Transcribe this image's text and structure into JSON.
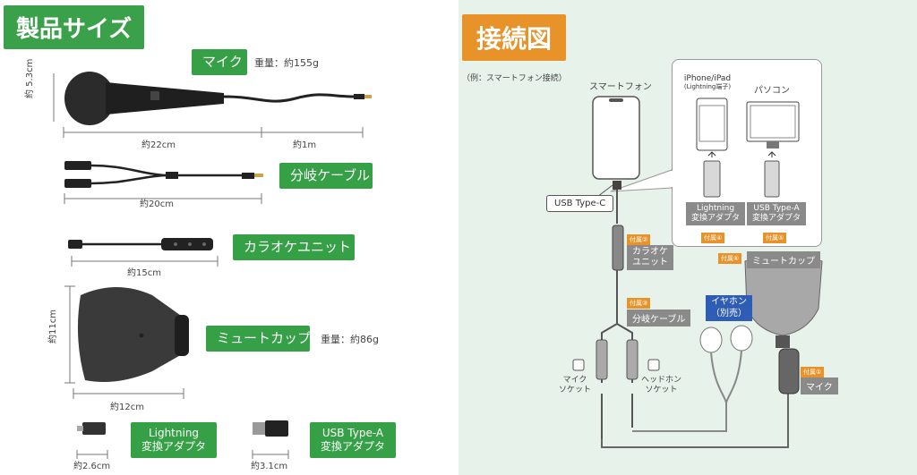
{
  "left": {
    "title": "製品サイズ",
    "mic": {
      "label": "マイク",
      "weight": "重量：約155g",
      "height": "約 5.3cm",
      "len1": "約22cm",
      "len2": "約1m"
    },
    "splitter": {
      "label": "分岐ケーブル",
      "len": "約20cm"
    },
    "karaoke": {
      "label": "カラオケユニット",
      "len": "約15cm"
    },
    "mute": {
      "label": "ミュートカップ",
      "weight": "重量：約86g",
      "height": "約11cm",
      "len": "約12cm"
    },
    "lightning": {
      "label_line1": "Lightning",
      "label_line2": "変換アダプタ",
      "len": "約2.6cm"
    },
    "usba": {
      "label_line1": "USB Type-A",
      "label_line2": "変換アダプタ",
      "len": "約3.1cm"
    }
  },
  "right": {
    "title": "接続図",
    "example": "（例：スマートフォン接続）",
    "smartphone": "スマートフォン",
    "usbc": "USB Type-C",
    "iphone_line1": "iPhone/iPad",
    "iphone_line2": "(Lightning端子)",
    "pc": "パソコン",
    "lightning_line1": "Lightning",
    "lightning_line2": "変換アダプタ",
    "usba_line1": "USB Type-A",
    "usba_line2": "変換アダプタ",
    "fuzoku4": "付属④",
    "fuzoku5": "付属⑤",
    "fuzoku2": "付属②",
    "karaoke_line1": "カラオケ",
    "karaoke_line2": "ユニット",
    "fuzoku6": "付属⑥",
    "mutecup": "ミュートカップ",
    "fuzoku3": "付属③",
    "splitter": "分岐ケーブル",
    "earphone_line1": "イヤホン",
    "earphone_line2": "（別売）",
    "fuzoku1": "付属①",
    "mic": "マイク",
    "mic_socket_line1": "マイク",
    "mic_socket_line2": "ソケット",
    "hp_socket_line1": "ヘッドホン",
    "hp_socket_line2": "ソケット"
  }
}
